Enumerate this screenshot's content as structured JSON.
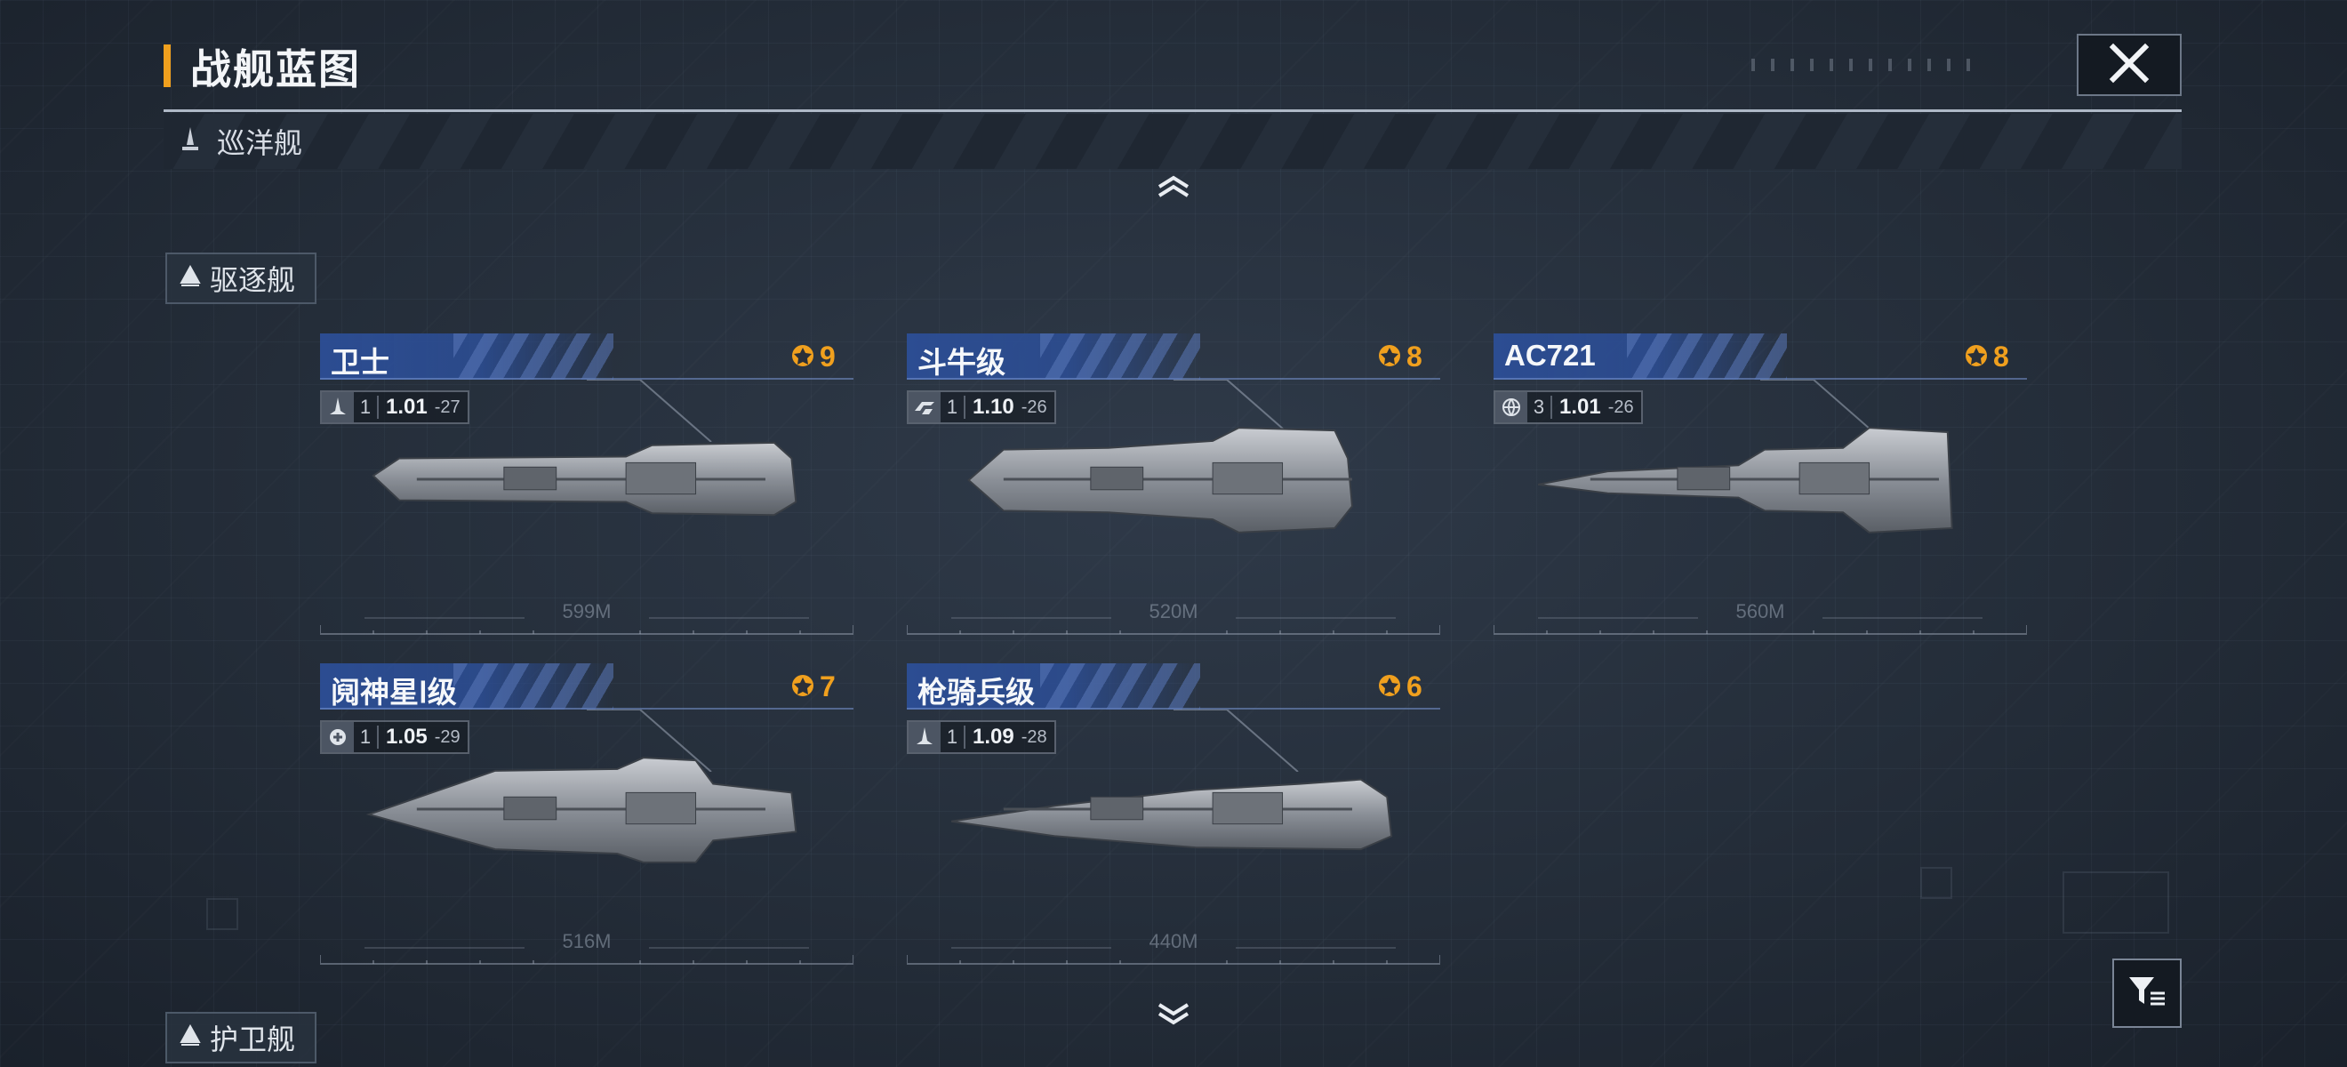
{
  "header": {
    "title": "战舰蓝图"
  },
  "category_band": {
    "label": "巡洋舰",
    "icon": "cruiser-icon"
  },
  "sections": [
    {
      "label": "驱逐舰",
      "icon": "triangle-up-icon"
    },
    {
      "label": "护卫舰",
      "icon": "triangle-up-icon"
    }
  ],
  "ships": [
    {
      "name": "卫士",
      "rating": "9",
      "tier": "1",
      "version": "1.01",
      "sub": "-27",
      "length": "599M",
      "role_icon": "fighter-role-icon"
    },
    {
      "name": "斗牛级",
      "rating": "8",
      "tier": "1",
      "version": "1.10",
      "sub": "-26",
      "length": "520M",
      "role_icon": "speed-role-icon"
    },
    {
      "name": "AC721",
      "rating": "8",
      "tier": "3",
      "version": "1.01",
      "sub": "-26",
      "length": "560M",
      "role_icon": "globe-role-icon"
    },
    {
      "name": "阋神星Ⅰ级",
      "rating": "7",
      "tier": "1",
      "version": "1.05",
      "sub": "-29",
      "length": "516M",
      "role_icon": "support-role-icon"
    },
    {
      "name": "枪骑兵级",
      "rating": "6",
      "tier": "1",
      "version": "1.09",
      "sub": "-28",
      "length": "440M",
      "role_icon": "fighter-role-icon"
    }
  ],
  "colors": {
    "accent_orange": "#f0a01e",
    "header_blue": "#2c4e96",
    "background": "#242d39"
  }
}
